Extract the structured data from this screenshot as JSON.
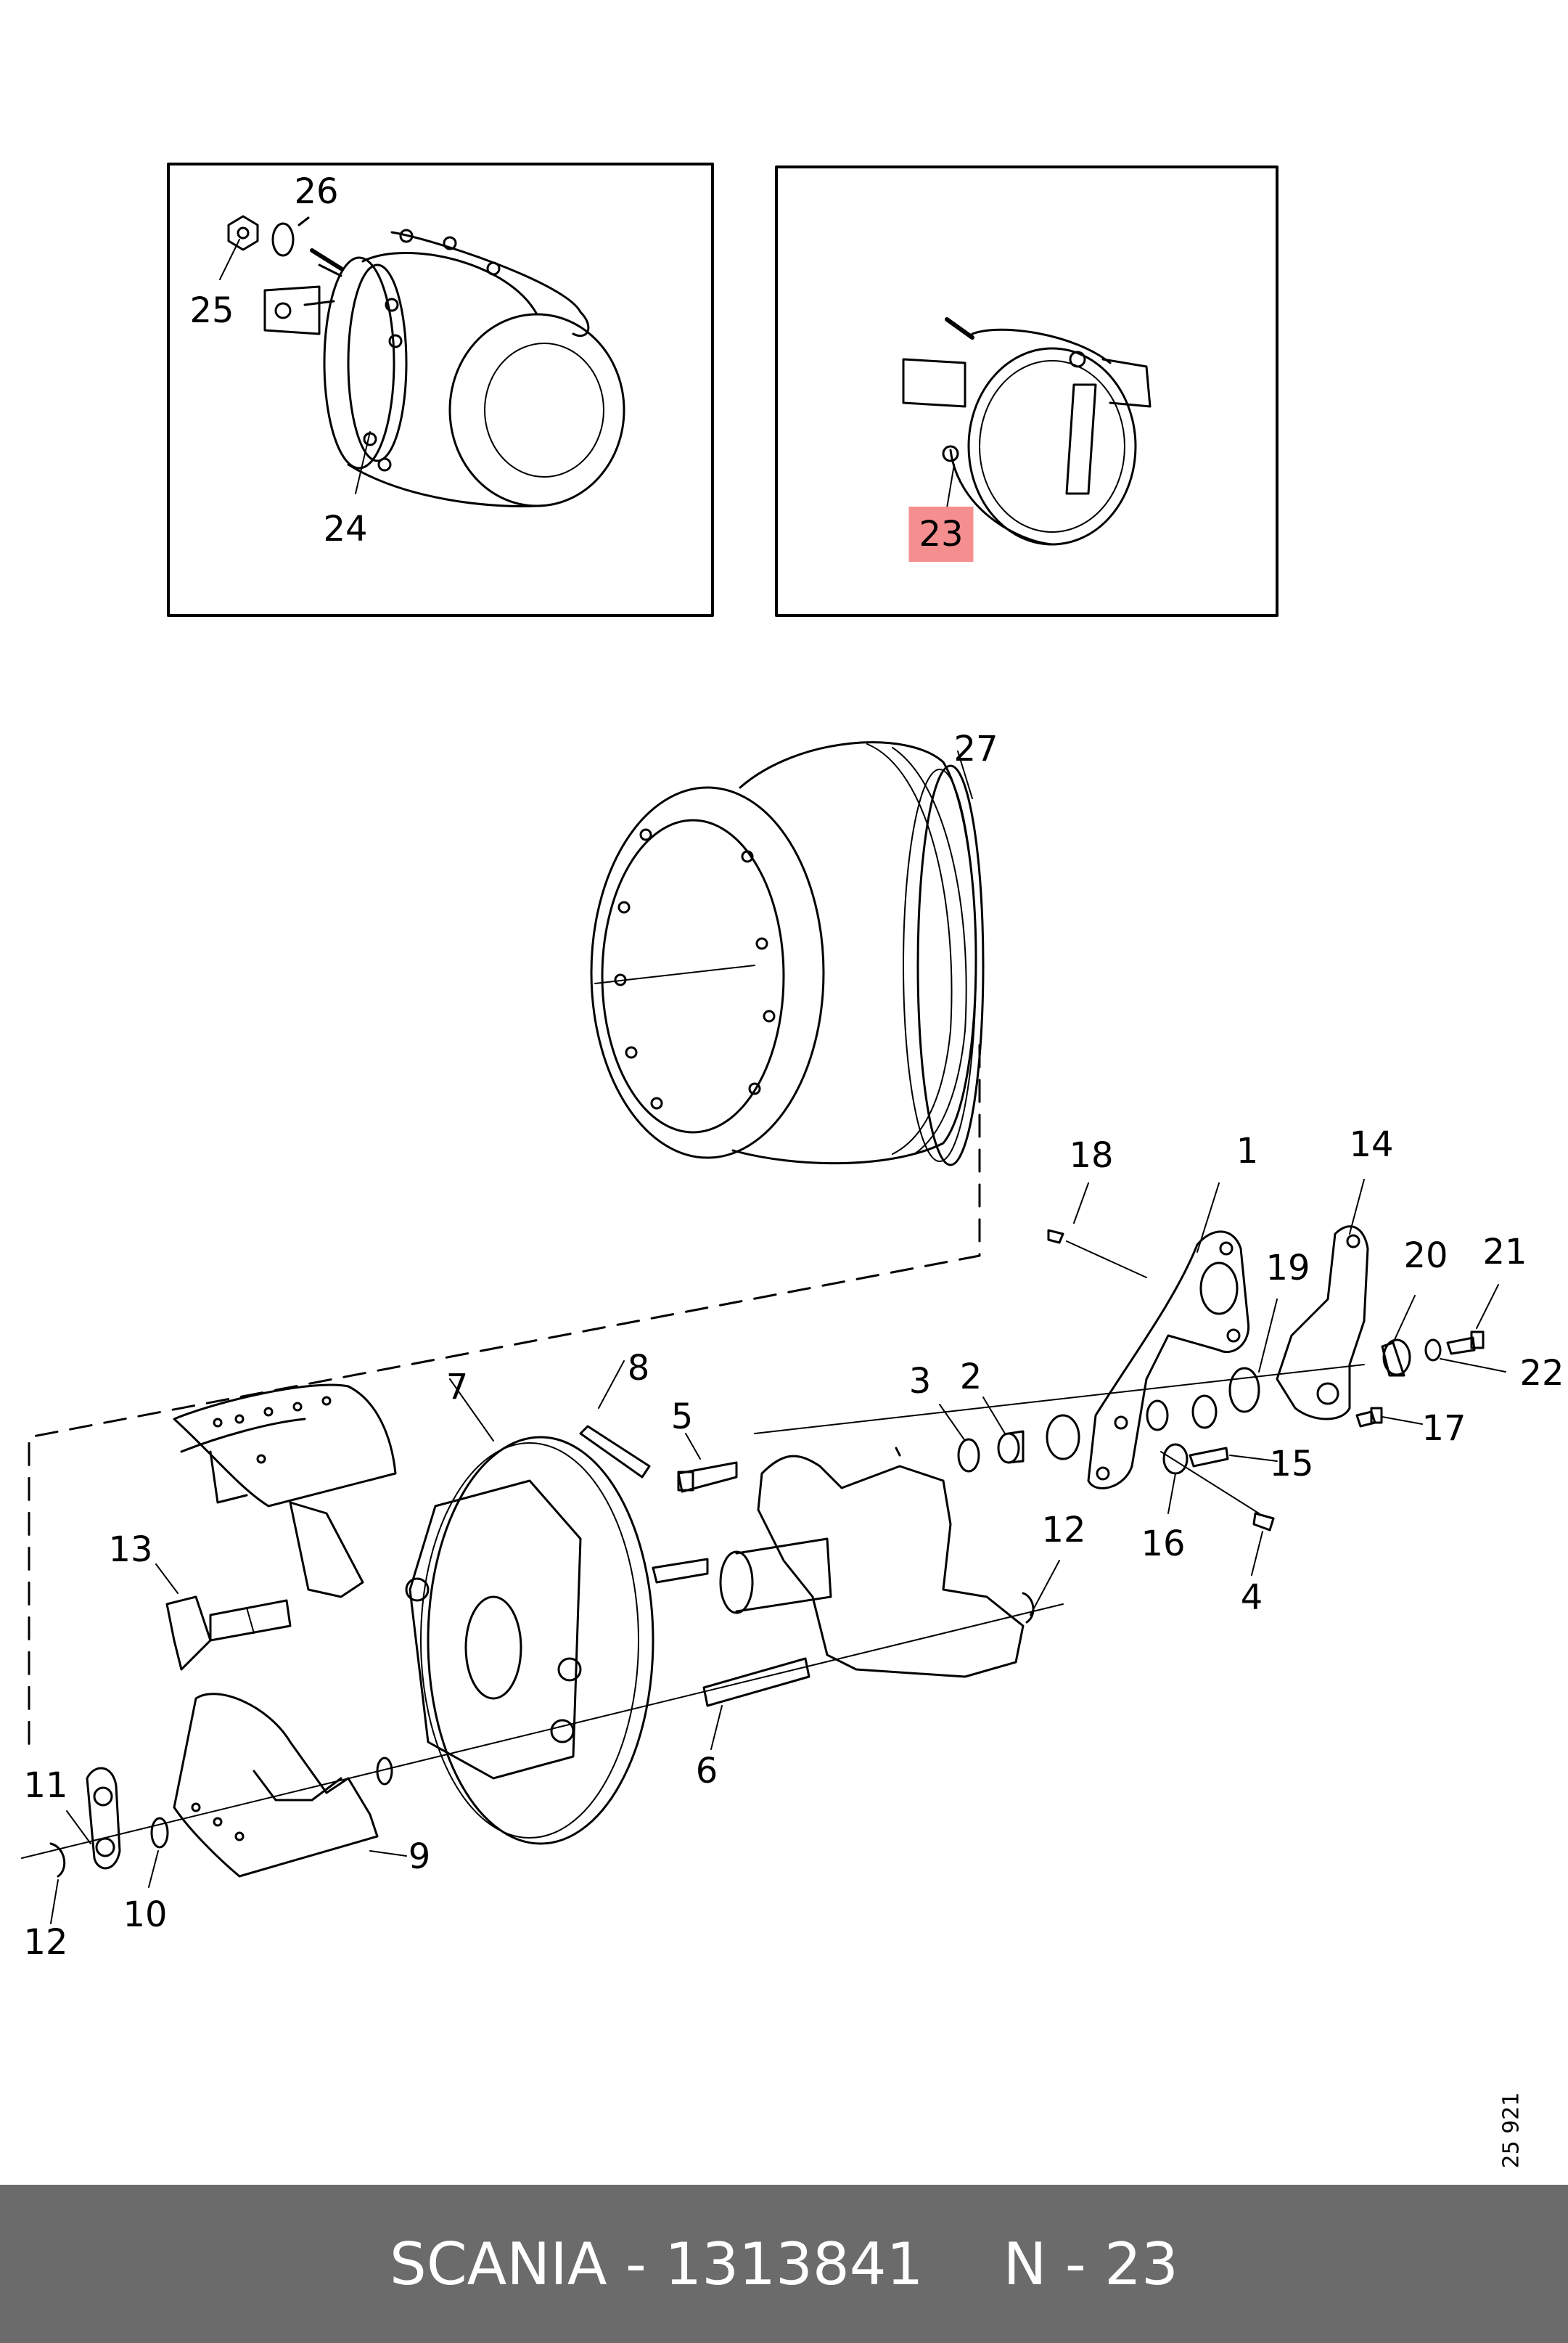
{
  "callouts": {
    "c1": "1",
    "c2": "2",
    "c3": "3",
    "c4": "4",
    "c5": "5",
    "c6": "6",
    "c7": "7",
    "c8": "8",
    "c9": "9",
    "c10": "10",
    "c11": "11",
    "c12a": "12",
    "c12b": "12",
    "c13": "13",
    "c14": "14",
    "c15": "15",
    "c16": "16",
    "c17": "17",
    "c18": "18",
    "c19": "19",
    "c20": "20",
    "c21": "21",
    "c22": "22",
    "c23": "23",
    "c24": "24",
    "c25": "25",
    "c26": "26",
    "c27": "27"
  },
  "highlight_color": "#f58f8f",
  "footer_color": "#6b6b6b",
  "drawing_id": "25 921",
  "footer": {
    "part": "SCANIA - 1313841",
    "ref": "N - 23"
  }
}
